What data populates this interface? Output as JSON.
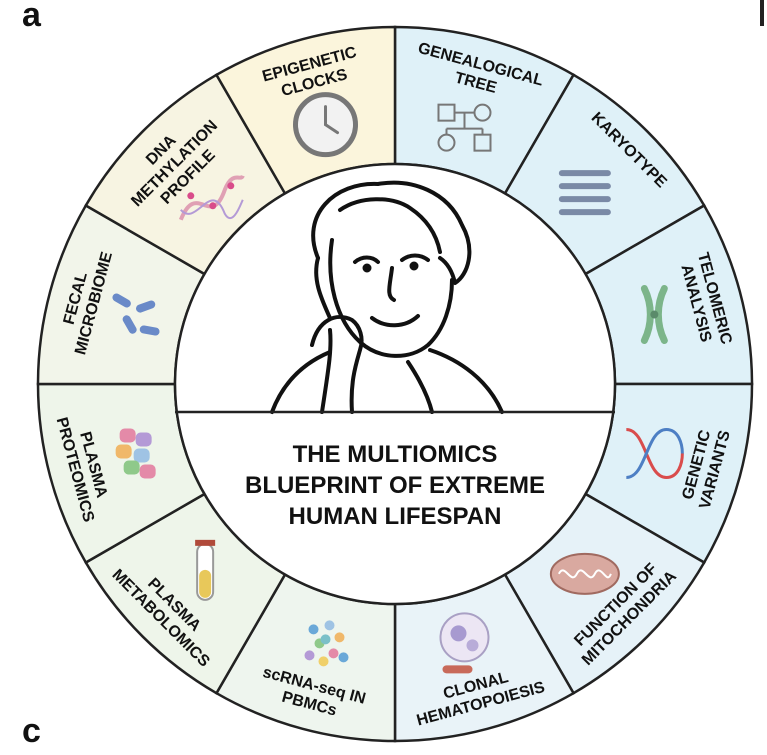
{
  "panel_letters": {
    "top": "a",
    "bottom": "c"
  },
  "center": {
    "lines": [
      "THE MULTIOMICS",
      "BLUEPRINT OF EXTREME",
      "HUMAN LIFESPAN"
    ]
  },
  "segments": [
    {
      "id": "genealogical-tree",
      "lines": [
        "GENEALOGICAL",
        "TREE"
      ],
      "icon": "pedigree-icon",
      "color": "#dff1f8"
    },
    {
      "id": "karyotype",
      "lines": [
        "KARYOTYPE"
      ],
      "icon": "karyotype-icon",
      "color": "#dff1f8"
    },
    {
      "id": "telomeric-analysis",
      "lines": [
        "TELOMERIC",
        "ANALYSIS"
      ],
      "icon": "chromosome-icon",
      "color": "#dff1f8"
    },
    {
      "id": "genetic-variants",
      "lines": [
        "GENETIC",
        "VARIANTS"
      ],
      "icon": "dna-helix-icon",
      "color": "#dff1f8"
    },
    {
      "id": "function-of-mitochondria",
      "lines": [
        "FUNCTION OF",
        "MITOCHONDRIA"
      ],
      "icon": "mitochondrion-icon",
      "color": "#e6f2f8"
    },
    {
      "id": "clonal-hematopoiesis",
      "lines": [
        "CLONAL",
        "HEMATOPOIESIS"
      ],
      "icon": "blood-cell-icon",
      "color": "#e9f3f8"
    },
    {
      "id": "scrna-seq-in-pbmcs",
      "lines": [
        "scRNA-seq IN",
        "PBMCs"
      ],
      "icon": "cell-cluster-icon",
      "color": "#eef5ee"
    },
    {
      "id": "plasma-metabolomics",
      "lines": [
        "PLASMA",
        "METABOLOMICS"
      ],
      "icon": "test-tube-icon",
      "color": "#eef5ea"
    },
    {
      "id": "plasma-proteomics",
      "lines": [
        "PLASMA",
        "PROTEOMICS"
      ],
      "icon": "protein-icon",
      "color": "#eef5ea"
    },
    {
      "id": "fecal-microbiome",
      "lines": [
        "FECAL",
        "MICROBIOME"
      ],
      "icon": "bacteria-icon",
      "color": "#f2f5ea"
    },
    {
      "id": "dna-methylation-profile",
      "lines": [
        "DNA",
        "METHYLATION",
        "PROFILE"
      ],
      "icon": "methylated-dna-icon",
      "color": "#f7f4e2"
    },
    {
      "id": "epigenetic-clocks",
      "lines": [
        "EPIGENETIC",
        "CLOCKS"
      ],
      "icon": "clock-icon",
      "color": "#fbf5dc"
    }
  ]
}
